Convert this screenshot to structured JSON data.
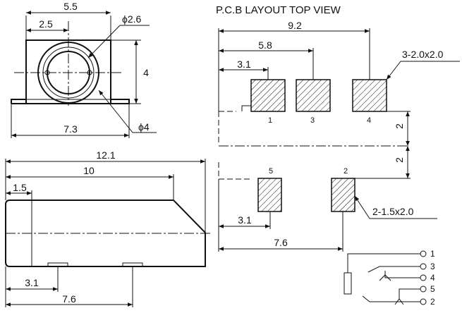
{
  "title": "P.C.B LAYOUT TOP VIEW",
  "front_view": {
    "width": "5.5",
    "offset": "2.5",
    "hole_dia": "ϕ2.6",
    "height": "4",
    "base": "7.3",
    "outer_dia": "ϕ4"
  },
  "side_view": {
    "length": "12.1",
    "body": "10",
    "tip": "1.5",
    "pin1": "3.1",
    "pin2": "7.6"
  },
  "pcb": {
    "overall": "9.2",
    "mid": "5.8",
    "first": "3.1",
    "pad_top_spec": "3-2.0x2.0",
    "pad_bot_spec": "2-1.5x2.0",
    "pitch_upper": "2",
    "pitch_lower": "2",
    "bottom_first": "3.1",
    "bottom_overall": "7.6",
    "pads": {
      "p1": "1",
      "p3": "3",
      "p4": "4",
      "p5": "5",
      "p2": "2"
    }
  },
  "schematic": {
    "n1": "1",
    "n3": "3",
    "n4": "4",
    "n5": "5",
    "n2": "2"
  }
}
